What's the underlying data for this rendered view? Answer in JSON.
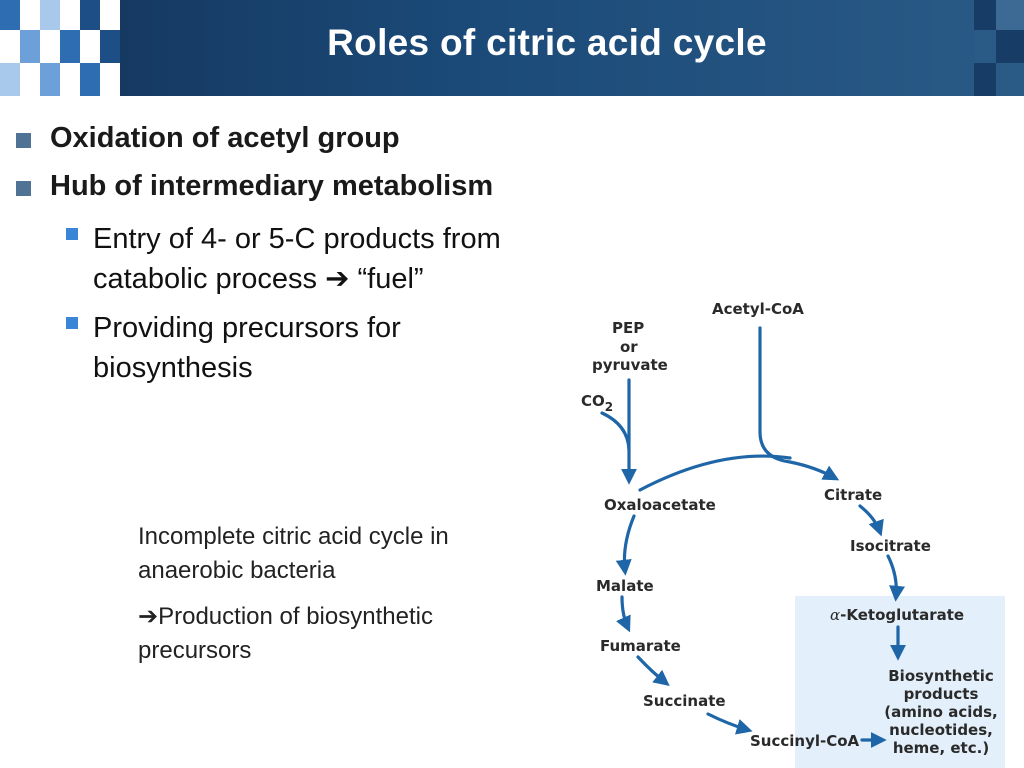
{
  "slide": {
    "title": "Roles of citric acid cycle"
  },
  "bullets": {
    "level1": [
      "Oxidation of acetyl group",
      "Hub of intermediary metabolism"
    ],
    "level2": [
      {
        "line1": "Entry of 4- or 5-C products from",
        "line2": "catabolic process",
        "arrow": "➔",
        "line2_tail": "“fuel”"
      },
      {
        "line1": "Providing precursors for",
        "line2": "biosynthesis"
      }
    ]
  },
  "note": {
    "line1": "Incomplete citric acid cycle in",
    "line2": "anaerobic bacteria",
    "arrow": "➔",
    "line3": "Production of biosynthetic",
    "line4": "precursors"
  },
  "diagram": {
    "acetyl_coa": "Acetyl-CoA",
    "pep": "PEP",
    "or": "or",
    "pyruvate": "pyruvate",
    "co2": "CO",
    "co2_sub": "2",
    "oxaloacetate": "Oxaloacetate",
    "citrate": "Citrate",
    "isocitrate": "Isocitrate",
    "alpha": "α",
    "ketoglutarate": "-Ketoglutarate",
    "malate": "Malate",
    "fumarate": "Fumarate",
    "succinate": "Succinate",
    "succinyl_coa": "Succinyl-CoA",
    "biosynthetic": [
      "Biosynthetic",
      "products",
      "(amino acids,",
      "nucleotides,",
      "heme, etc.)"
    ]
  },
  "colors": {
    "header_dark": "#14335a",
    "arrow_blue": "#1f66a8",
    "highlight_box": "#e3effa",
    "bullet_l1": "#4e7394",
    "bullet_l2": "#3b85d8"
  }
}
